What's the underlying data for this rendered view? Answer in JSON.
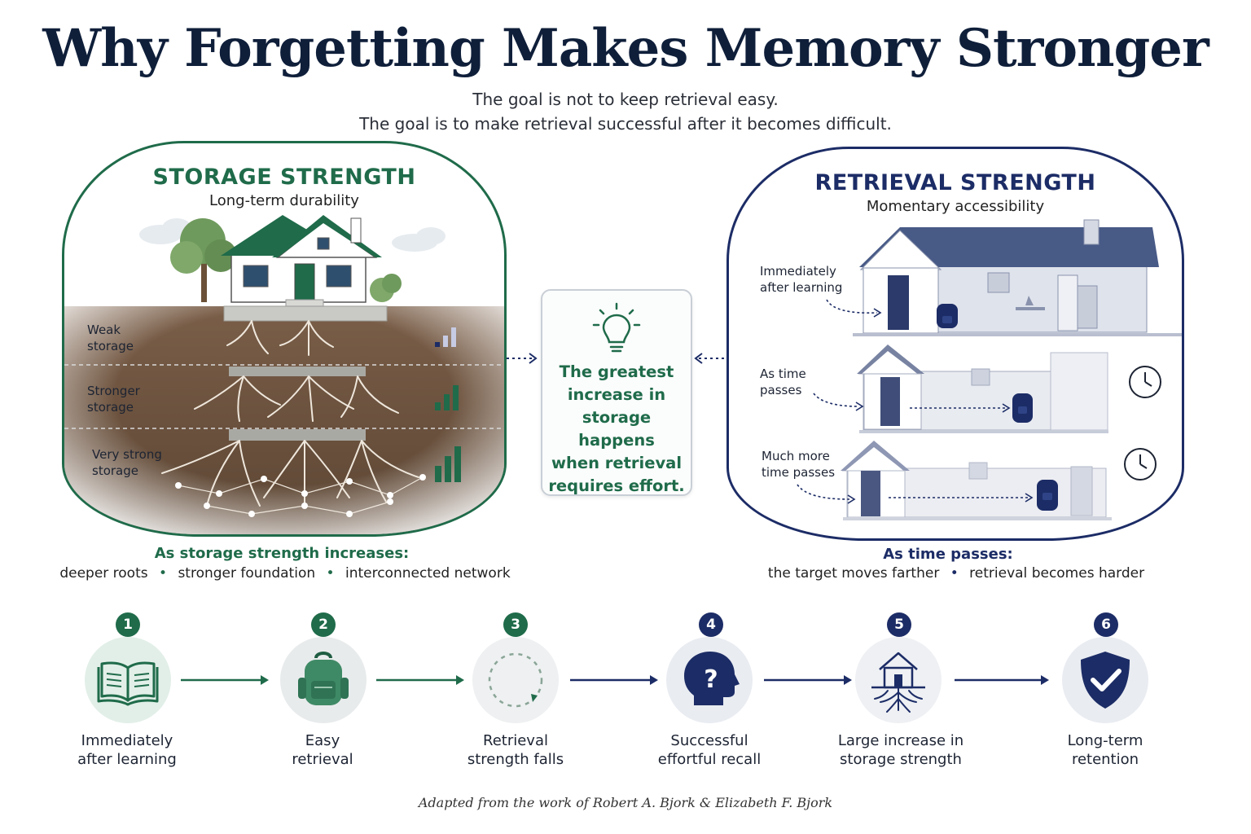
{
  "title": "Why Forgetting Makes Memory Stronger",
  "subtitle_line1": "The goal is not to keep retrieval easy.",
  "subtitle_line2": "The goal is to make retrieval successful after it becomes difficult.",
  "colors": {
    "green": "#1f6b4a",
    "navy": "#1c2c66",
    "soil": "#6e5440"
  },
  "storage": {
    "title": "STORAGE STRENGTH",
    "subtitle": "Long-term durability",
    "levels": [
      {
        "line1": "Weak",
        "line2": "storage"
      },
      {
        "line1": "Stronger",
        "line2": "storage"
      },
      {
        "line1": "Very strong",
        "line2": "storage"
      }
    ],
    "caption_heading": "As storage strength increases:",
    "caption_items": [
      "deeper roots",
      "stronger foundation",
      "interconnected network"
    ]
  },
  "retrieval": {
    "title": "RETRIEVAL STRENGTH",
    "subtitle": "Momentary accessibility",
    "stages": [
      {
        "line1": "Immediately",
        "line2": "after learning"
      },
      {
        "line1": "As time",
        "line2": "passes"
      },
      {
        "line1": "Much more",
        "line2": "time passes"
      }
    ],
    "caption_heading": "As time passes:",
    "caption_items": [
      "the target moves farther",
      "retrieval becomes harder"
    ]
  },
  "insight": {
    "lines": [
      "The greatest",
      "increase in",
      "storage happens",
      "when retrieval",
      "requires effort."
    ],
    "icon": "lightbulb-icon"
  },
  "steps": [
    {
      "num": "1",
      "line1": "Immediately",
      "line2": "after learning",
      "icon": "open-book-icon"
    },
    {
      "num": "2",
      "line1": "Easy",
      "line2": "retrieval",
      "icon": "backpack-icon"
    },
    {
      "num": "3",
      "line1": "Retrieval",
      "line2": "strength falls",
      "icon": "fading-circle-icon"
    },
    {
      "num": "4",
      "line1": "Successful",
      "line2": "effortful recall",
      "icon": "head-question-icon"
    },
    {
      "num": "5",
      "line1": "Large increase in",
      "line2": "storage strength",
      "icon": "house-roots-icon"
    },
    {
      "num": "6",
      "line1": "Long-term",
      "line2": "retention",
      "icon": "shield-check-icon"
    }
  ],
  "credit": "Adapted from the work of Robert A. Bjork & Elizabeth F. Bjork"
}
